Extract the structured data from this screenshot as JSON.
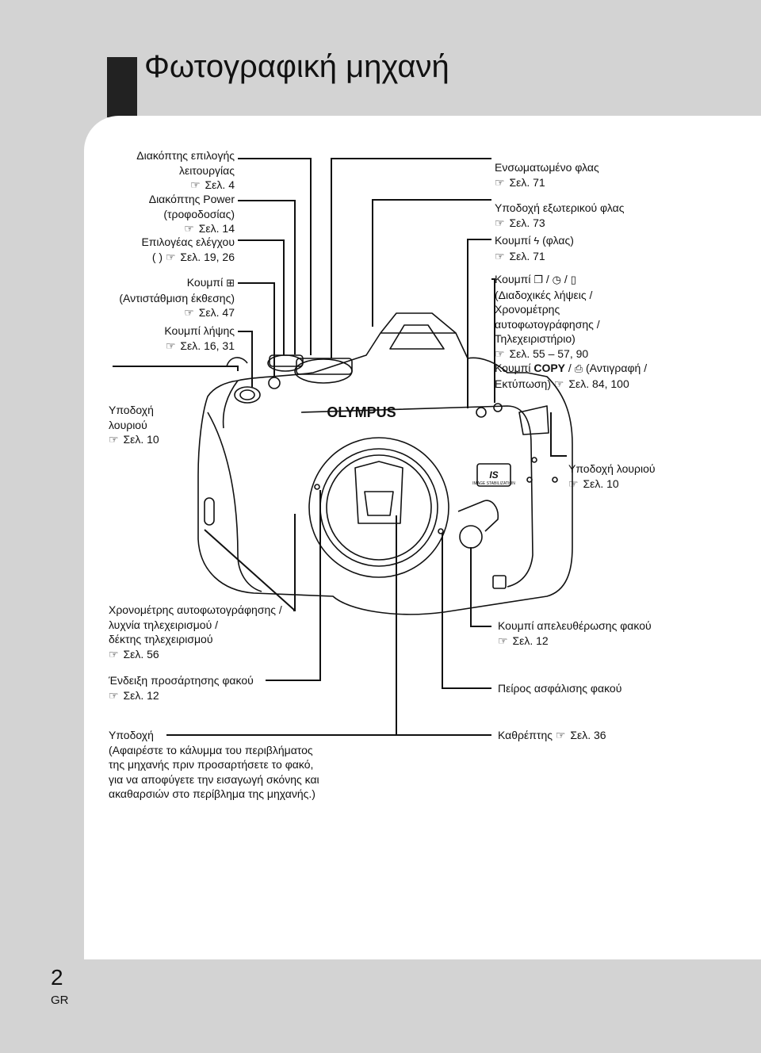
{
  "title": "Φωτογραφική μηχανή",
  "page_number": "2",
  "language_code": "GR",
  "brand_logo": "OLYMPUS",
  "is_badge": {
    "text": "IS",
    "sub": "IMAGE STABILIZATION"
  },
  "ref_icon": "☞",
  "labels_left": {
    "mode_dial": [
      "Διακόπτης επιλογής",
      "λειτουργίας",
      "Σελ. 4"
    ],
    "power_switch": [
      "Διακόπτης Power",
      "(τροφοδοσίας)",
      "Σελ. 14"
    ],
    "control_dial": [
      "Επιλογέας ελέγχου",
      "(   )",
      "Σελ. 19, 26"
    ],
    "exposure_button": [
      "Κουμπί",
      "(Αντιστάθμιση έκθεσης)",
      "Σελ. 47"
    ],
    "shutter_button": [
      "Κουμπί λήψης",
      "Σελ. 16, 31"
    ],
    "strap_eyelet_left": [
      "Υποδοχή",
      "λουριού",
      "Σελ. 10"
    ],
    "self_timer_lamp": [
      "Χρονομέτρης αυτοφωτογράφησης /",
      "λυχνία τηλεχειρισμού /",
      "δέκτης τηλεχειρισμού",
      "Σελ. 56"
    ],
    "lens_mount_mark": [
      "Ένδειξη προσάρτησης φακού",
      "Σελ. 12"
    ],
    "mount": [
      "Υποδοχή",
      "(Αφαιρέστε το κάλυμμα του περιβλήματος",
      "της μηχανής πριν προσαρτήσετε το φακό,",
      "για να αποφύγετε την εισαγωγή σκόνης και",
      "ακαθαρσιών στο περίβλημα της μηχανής.)"
    ]
  },
  "labels_right": {
    "builtin_flash": [
      "Ενσωματωμένο φλας",
      "Σελ. 71"
    ],
    "hot_shoe": [
      "Υποδοχή εξωτερικού φλας",
      "Σελ. 73"
    ],
    "flash_button": [
      "Κουμπί",
      "(φλας)",
      "Σελ. 71"
    ],
    "drive_button": [
      "Κουμπί",
      "/",
      "/",
      "(Διαδοχικές λήψεις /",
      "Χρονομέτρης",
      "αυτοφωτογράφησης /",
      "Τηλεχειριστήριο)",
      "Σελ. 55 – 57, 90"
    ],
    "copy_button": [
      "Κουμπί",
      "COPY",
      "/",
      "(Αντιγραφή /",
      "Εκτύπωση)",
      "Σελ. 84, 100"
    ],
    "strap_eyelet_right": [
      "Υποδοχή λουριού",
      "Σελ. 10"
    ],
    "lens_release": [
      "Κουμπί απελευθέρωσης φακού",
      "Σελ. 12"
    ],
    "lens_lock_pin": [
      "Πείρος ασφάλισης φακού"
    ],
    "mirror": [
      "Καθρέπτης",
      "Σελ. 36"
    ]
  }
}
